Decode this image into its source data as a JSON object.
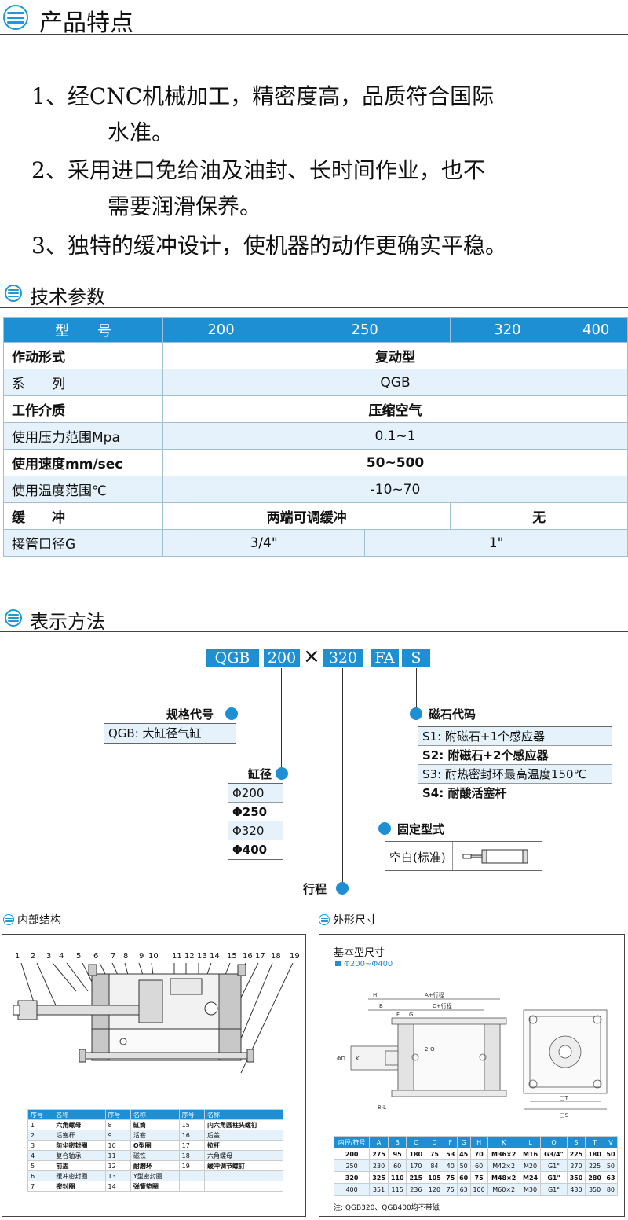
{
  "sections": {
    "features_title": "产品特点",
    "params_title": "技术参数",
    "notation_title": "表示方法",
    "structure_title": "内部结构",
    "dimensions_title": "外形尺寸"
  },
  "features": [
    {
      "line1": "1、经CNC机械加工，精密度高，品质符合国际",
      "line2": "水准。"
    },
    {
      "line1": "2、采用进口免给油及油封、长时间作业，也不",
      "line2": "需要润滑保养。"
    },
    {
      "line1": "3、独特的缓冲设计，使机器的动作更确实平稳。",
      "line2": ""
    }
  ],
  "spec_table": {
    "header_label": "型　　号",
    "models": [
      "200",
      "250",
      "320",
      "400"
    ],
    "rows": [
      {
        "label": "作动形式",
        "value": "复动型"
      },
      {
        "label": "系　　列",
        "value": "QGB"
      },
      {
        "label": "工作介质",
        "value": "压缩空气"
      },
      {
        "label": "使用压力范围Mpa",
        "value": "0.1~1"
      },
      {
        "label": "使用速度mm/sec",
        "value": "50~500"
      },
      {
        "label": "使用温度范围℃",
        "value": "-10~70"
      }
    ],
    "cushion": {
      "label": "缓　　冲",
      "value_a": "两端可调缓冲",
      "value_b": "无"
    },
    "port": {
      "label": "接管口径G",
      "value_a": "3/4\"",
      "value_b": "1\""
    }
  },
  "notation": {
    "codes": [
      "QGB",
      "200",
      "320",
      "FA",
      "S"
    ],
    "cross": "×",
    "spec_code": {
      "title": "规格代号",
      "items": [
        "QGB: 大缸径气缸"
      ]
    },
    "bore": {
      "title": "缸径",
      "items": [
        "Φ200",
        "Φ250",
        "Φ320",
        "Φ400"
      ]
    },
    "stroke": {
      "title": "行程"
    },
    "magnet": {
      "title": "磁石代码",
      "items": [
        "S1: 附磁石+1个感应器",
        "S2: 附磁石+2个感应器",
        "S3: 耐热密封环最高温度150℃",
        "S4: 耐酸活塞杆"
      ]
    },
    "mount": {
      "title": "固定型式",
      "item": "空白(标准)"
    }
  },
  "structure": {
    "numbers": [
      "1",
      "2",
      "3",
      "4",
      "5",
      "6",
      "7",
      "8",
      "9",
      "10",
      "11",
      "12",
      "13",
      "14",
      "15",
      "16",
      "17",
      "18",
      "19"
    ],
    "headers": [
      "序号",
      "名称",
      "序号",
      "名称",
      "序号",
      "名称"
    ],
    "rows": [
      [
        "1",
        "六角螺母",
        "8",
        "缸筒",
        "15",
        "内六角圆柱头螺钉"
      ],
      [
        "2",
        "活塞杆",
        "9",
        "活塞",
        "16",
        "后盖"
      ],
      [
        "3",
        "防尘密封圈",
        "10",
        "O型圈",
        "17",
        "拉杆"
      ],
      [
        "4",
        "复合轴承",
        "11",
        "磁铁",
        "18",
        "六角螺母"
      ],
      [
        "5",
        "前盖",
        "12",
        "耐磨环",
        "19",
        "缓冲调节螺钉"
      ],
      [
        "6",
        "缓冲密封圈",
        "13",
        "Y型密封圈",
        "",
        ""
      ],
      [
        "7",
        "密封圈",
        "14",
        "弹簧垫圈",
        "",
        ""
      ]
    ]
  },
  "dimensions": {
    "subtitle": "基本型尺寸",
    "range": "Φ200~Φ400",
    "drawing_labels": {
      "a": "A+行程",
      "c": "C+行程",
      "h": "H",
      "b": "B",
      "f": "F",
      "g": "G",
      "o": "2-O",
      "d": "ΦD",
      "k": "K",
      "l": "8-L",
      "t": "□T",
      "s": "□S"
    },
    "headers": [
      "内径/符号",
      "A",
      "B",
      "C",
      "D",
      "F",
      "G",
      "H",
      "K",
      "L",
      "O",
      "S",
      "T",
      "V"
    ],
    "rows": [
      [
        "200",
        "275",
        "95",
        "180",
        "75",
        "53",
        "45",
        "70",
        "M36×2",
        "M16",
        "G3/4\"",
        "225",
        "180",
        "50"
      ],
      [
        "250",
        "230",
        "60",
        "170",
        "84",
        "40",
        "50",
        "60",
        "M42×2",
        "M20",
        "G1\"",
        "270",
        "225",
        "50"
      ],
      [
        "320",
        "325",
        "110",
        "215",
        "105",
        "75",
        "60",
        "75",
        "M48×2",
        "M24",
        "G1\"",
        "350",
        "280",
        "63"
      ],
      [
        "400",
        "351",
        "115",
        "236",
        "120",
        "75",
        "63",
        "100",
        "M60×2",
        "M30",
        "G1\"",
        "430",
        "350",
        "80"
      ]
    ],
    "note": "注: QGB320、QGB400均不带磁"
  },
  "colors": {
    "accent": "#1f8fd3",
    "light_row": "#e6f2fb"
  }
}
